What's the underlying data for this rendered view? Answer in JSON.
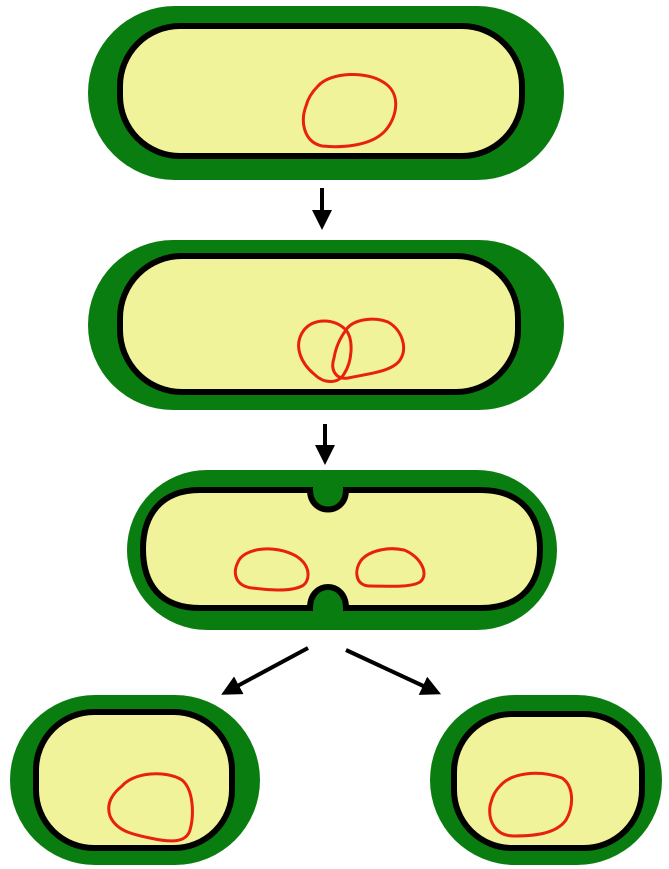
{
  "diagram": {
    "stages": [
      {
        "id": "stage-1",
        "state": "single cell with one chromosome"
      },
      {
        "id": "stage-2",
        "state": "chromosome replicated"
      },
      {
        "id": "stage-3",
        "state": "septum forming, chromosomes separated"
      },
      {
        "id": "stage-4",
        "state": "two daughter cells"
      }
    ],
    "colors": {
      "wall": "#0a7d10",
      "cytoplasm": "#f0f39a",
      "membrane": "#000000",
      "chromosome": "#e8200f",
      "arrow": "#000000"
    }
  }
}
